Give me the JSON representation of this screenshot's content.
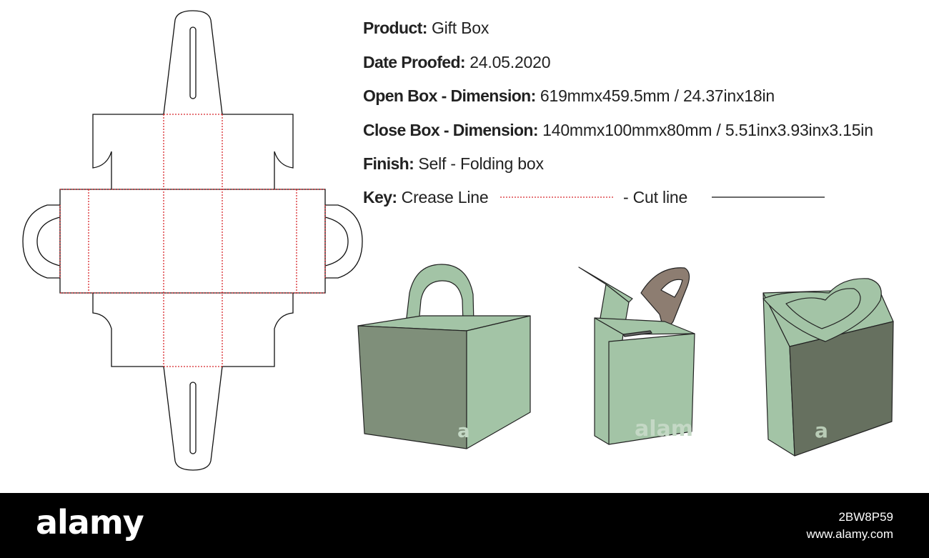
{
  "specs": {
    "product": {
      "label": "Product:",
      "value": "Gift Box"
    },
    "date": {
      "label": "Date Proofed:",
      "value": "24.05.2020"
    },
    "open": {
      "label": "Open Box - Dimension:",
      "value": "619mmx459.5mm / 24.37inx18in"
    },
    "close": {
      "label": "Close Box - Dimension:",
      "value": "140mmx100mmx80mm / 5.51inx3.93inx3.15in"
    },
    "finish": {
      "label": "Finish:",
      "value": "Self - Folding box"
    },
    "key": {
      "label": "Key:",
      "crease": "Crease Line",
      "cut": "- Cut line"
    }
  },
  "colors": {
    "crease": "#d8262b",
    "cut": "#111111",
    "box_light": "#a3c4a6",
    "box_mid": "#7f8f7a",
    "box_dark": "#66705f",
    "handle_brown": "#8d7d71"
  },
  "watermark": "a",
  "watermark2": "alam",
  "footer": {
    "logo": "alamy",
    "image_id": "2BW8P59",
    "site": "www.alamy.com"
  }
}
